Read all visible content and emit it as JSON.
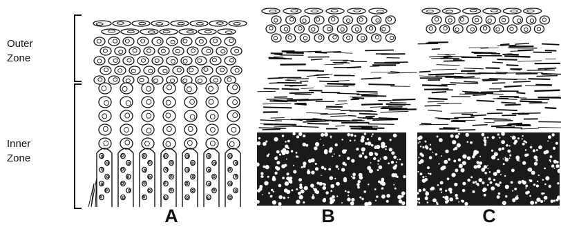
{
  "zones": {
    "outer": [
      "Outer",
      "Zone"
    ],
    "inner": [
      "Inner",
      "Zone"
    ]
  },
  "panels": [
    "A",
    "B",
    "C"
  ],
  "colors": {
    "ink": "#111111",
    "paper": "#ffffff"
  }
}
